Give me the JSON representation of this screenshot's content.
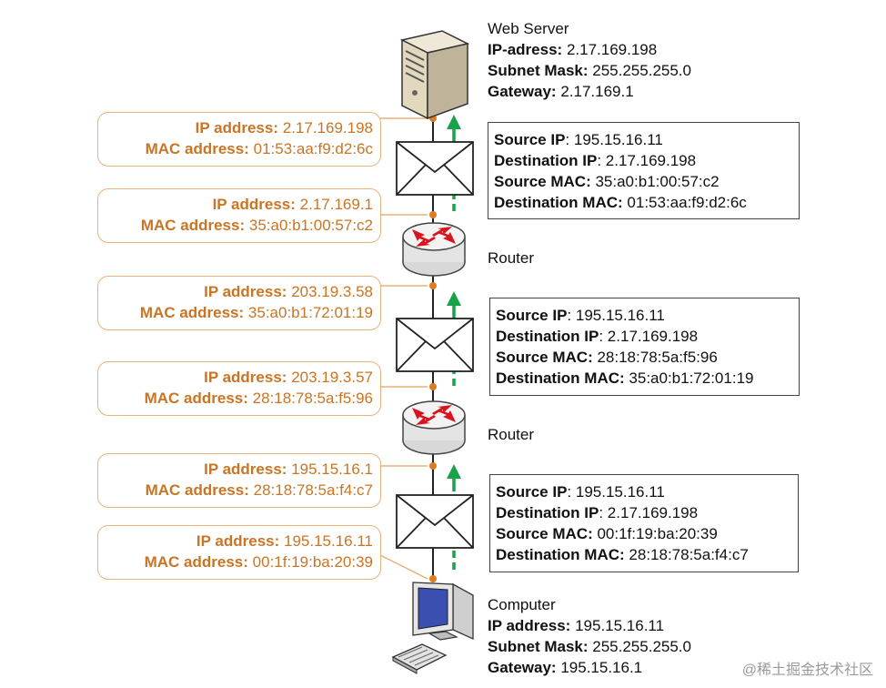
{
  "server": {
    "title": "Web Server",
    "ip_label": "IP-adress:",
    "ip": "2.17.169.198",
    "mask_label": "Subnet Mask:",
    "mask": "255.255.255.0",
    "gw_label": "Gateway:",
    "gw": "2.17.169.1"
  },
  "computer": {
    "title": "Computer",
    "ip_label": "IP address:",
    "ip": "195.15.16.11",
    "mask_label": "Subnet Mask:",
    "mask": "255.255.255.0",
    "gw_label": "Gateway:",
    "gw": "195.15.16.1"
  },
  "routers": [
    {
      "label": "Router"
    },
    {
      "label": "Router"
    }
  ],
  "interfaces": [
    {
      "ip_label": "IP address:",
      "ip": "2.17.169.198",
      "mac_label": "MAC address:",
      "mac": "01:53:aa:f9:d2:6c"
    },
    {
      "ip_label": "IP address:",
      "ip": "2.17.169.1",
      "mac_label": "MAC address:",
      "mac": "35:a0:b1:00:57:c2"
    },
    {
      "ip_label": "IP address:",
      "ip": "203.19.3.58",
      "mac_label": "MAC address:",
      "mac": "35:a0:b1:72:01:19"
    },
    {
      "ip_label": "IP address:",
      "ip": "203.19.3.57",
      "mac_label": "MAC address:",
      "mac": "28:18:78:5a:f5:96"
    },
    {
      "ip_label": "IP address:",
      "ip": "195.15.16.1",
      "mac_label": "MAC address:",
      "mac": "28:18:78:5a:f4:c7"
    },
    {
      "ip_label": "IP address:",
      "ip": "195.15.16.11",
      "mac_label": "MAC address:",
      "mac": "00:1f:19:ba:20:39"
    }
  ],
  "packets": [
    {
      "src_ip_label": "Source IP",
      "src_ip": ": 195.15.16.11",
      "dst_ip_label": "Destination IP",
      "dst_ip": ": 2.17.169.198",
      "src_mac_label": "Source MAC:",
      "src_mac": "35:a0:b1:00:57:c2",
      "dst_mac_label": "Destination MAC:",
      "dst_mac": "01:53:aa:f9:d2:6c"
    },
    {
      "src_ip_label": "Source IP",
      "src_ip": ": 195.15.16.11",
      "dst_ip_label": "Destination IP",
      "dst_ip": ": 2.17.169.198",
      "src_mac_label": "Source MAC:",
      "src_mac": "28:18:78:5a:f5:96",
      "dst_mac_label": "Destination MAC:",
      "dst_mac": "35:a0:b1:72:01:19"
    },
    {
      "src_ip_label": "Source IP",
      "src_ip": ": 195.15.16.11",
      "dst_ip_label": "Destination IP",
      "dst_ip": ": 2.17.169.198",
      "src_mac_label": "Source MAC:",
      "src_mac": "00:1f:19:ba:20:39",
      "dst_mac_label": "Destination MAC:",
      "dst_mac": "28:18:78:5a:f4:c7"
    }
  ],
  "watermark": "@稀土掘金技术社区",
  "colors": {
    "orange": "#c97524",
    "orange_border": "#e8b27a",
    "arrow": "#18a24a",
    "dot": "#e07b1f",
    "router_arrow": "#d9141c"
  }
}
